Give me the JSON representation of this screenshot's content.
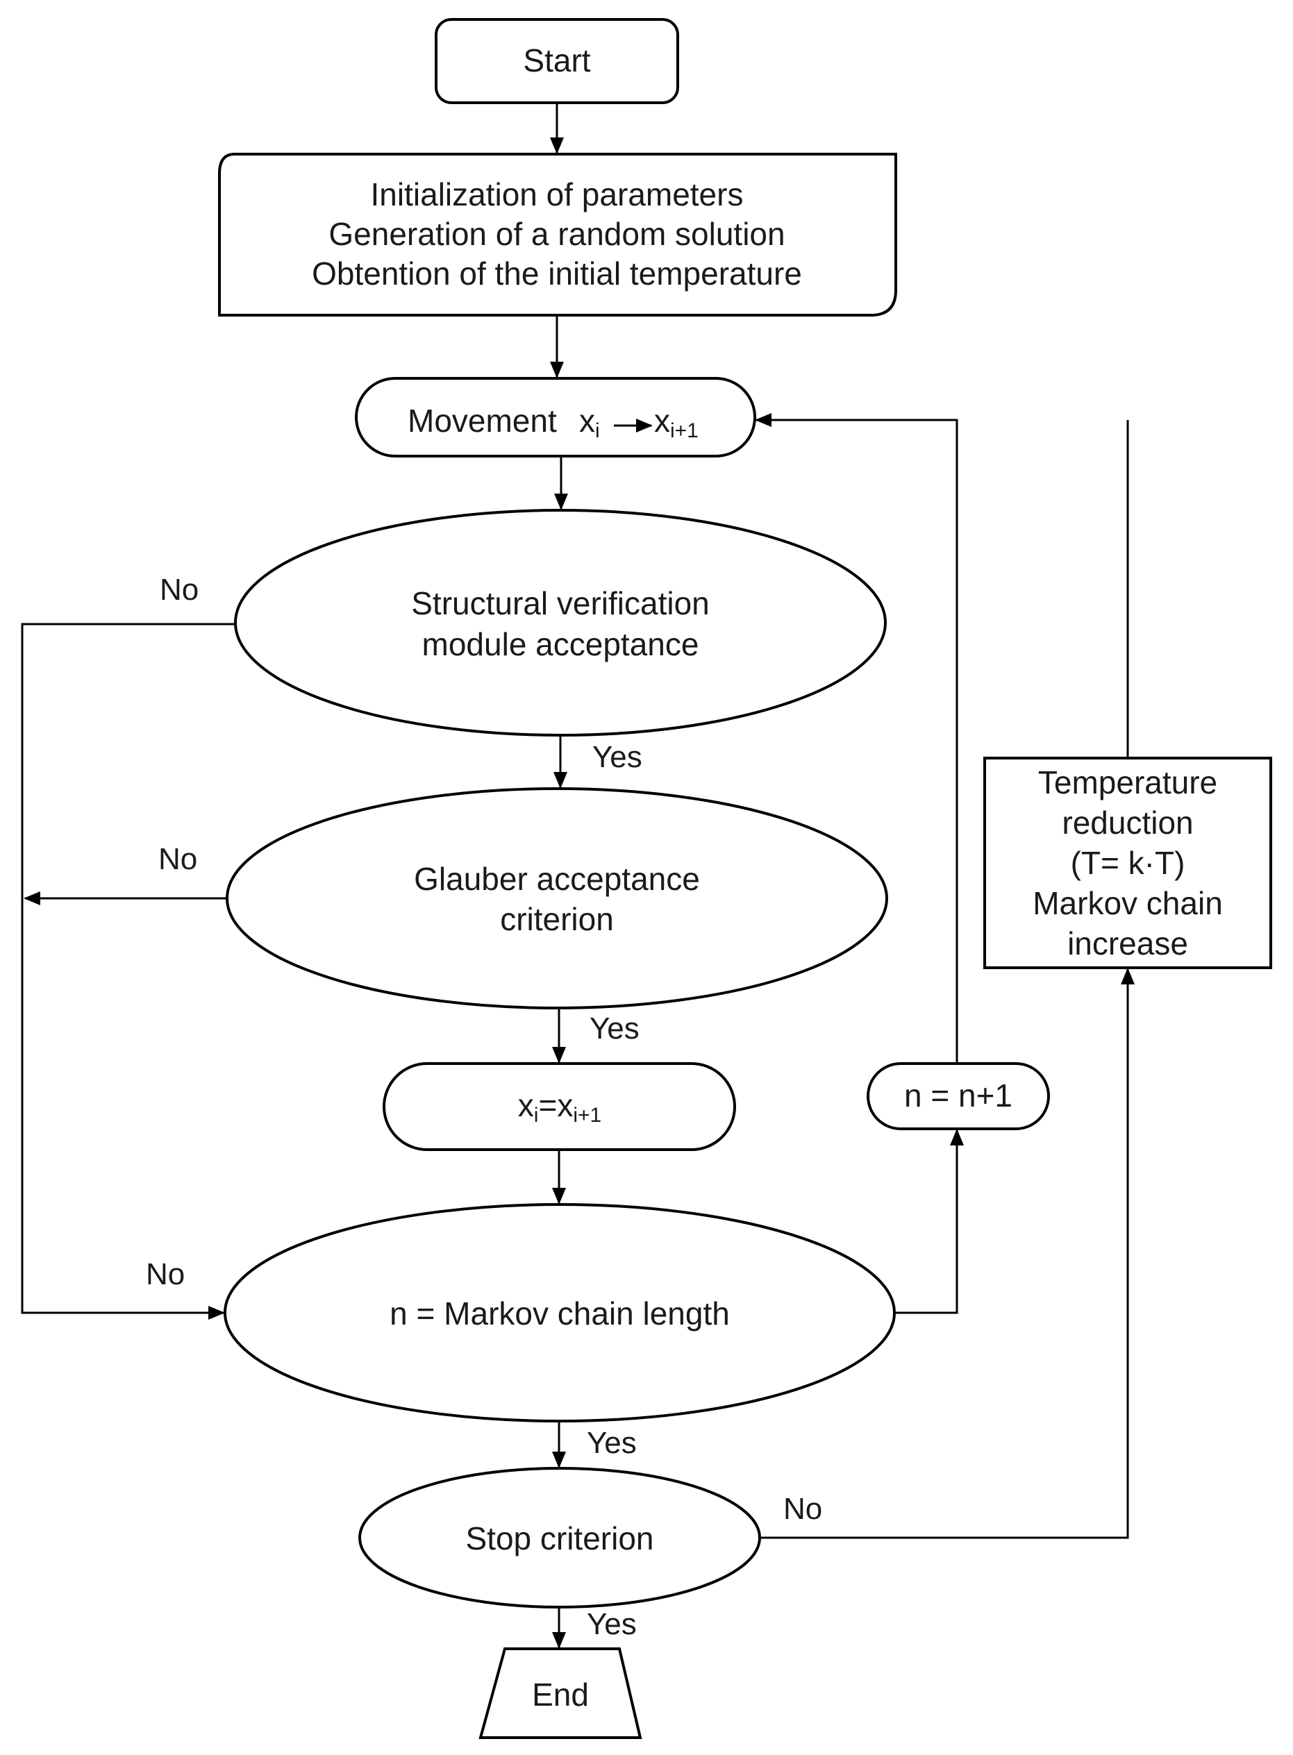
{
  "nodes": {
    "start": {
      "label": "Start"
    },
    "init": {
      "lines": [
        "Initialization of parameters",
        "Generation of a random solution",
        "Obtention of the initial temperature"
      ]
    },
    "movement": {
      "label": "Movement",
      "var_from": "x",
      "sub_from": "i",
      "var_to": "x",
      "sub_to": "i+1"
    },
    "structural": {
      "lines": [
        "Structural verification",
        "module acceptance"
      ]
    },
    "glauber": {
      "lines": [
        "Glauber acceptance",
        "criterion"
      ]
    },
    "assign": {
      "var_left": "x",
      "sub_left": "i",
      "equals": "=",
      "var_right": "x",
      "sub_right": "i+1"
    },
    "markov_check": {
      "label": "n = Markov chain length"
    },
    "stop": {
      "label": "Stop criterion"
    },
    "end": {
      "label": "End"
    },
    "increment": {
      "label": "n = n+1"
    },
    "temperature": {
      "lines": [
        "Temperature",
        "reduction",
        "(T= k·T)",
        "Markov chain",
        "increase"
      ]
    }
  },
  "edge_labels": {
    "structural_no": "No",
    "structural_yes": "Yes",
    "glauber_no": "No",
    "glauber_yes": "Yes",
    "markov_no": "No",
    "markov_yes": "Yes",
    "stop_no": "No",
    "stop_yes": "Yes"
  },
  "colors": {
    "stroke": "#000000",
    "fill": "#ffffff",
    "text": "#1a1a1a"
  }
}
